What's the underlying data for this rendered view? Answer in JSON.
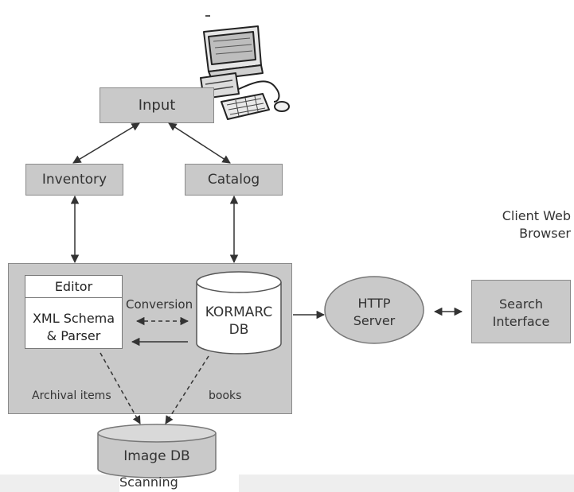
{
  "nodes": {
    "input": "Input",
    "inventory": "Inventory",
    "catalog": "Catalog",
    "editor": "Editor",
    "xml_schema": [
      "XML Schema",
      "& Parser"
    ],
    "kormarc_db": [
      "KORMARC",
      "DB"
    ],
    "http_server": [
      "HTTP",
      "Server"
    ],
    "search_interface": [
      "Search",
      "Interface"
    ],
    "image_db": "Image DB"
  },
  "labels": {
    "conversion": "Conversion",
    "archival_items": "Archival items",
    "books": "books",
    "scanning": "Scanning",
    "client_web_browser": [
      "Client Web",
      "Browser"
    ]
  },
  "colors": {
    "box_fill": "#c9c9c9",
    "box_border": "#8a8a8a",
    "arrow": "#333333",
    "white_fill": "#ffffff"
  },
  "icons": [
    "computer-clipart-icon"
  ]
}
